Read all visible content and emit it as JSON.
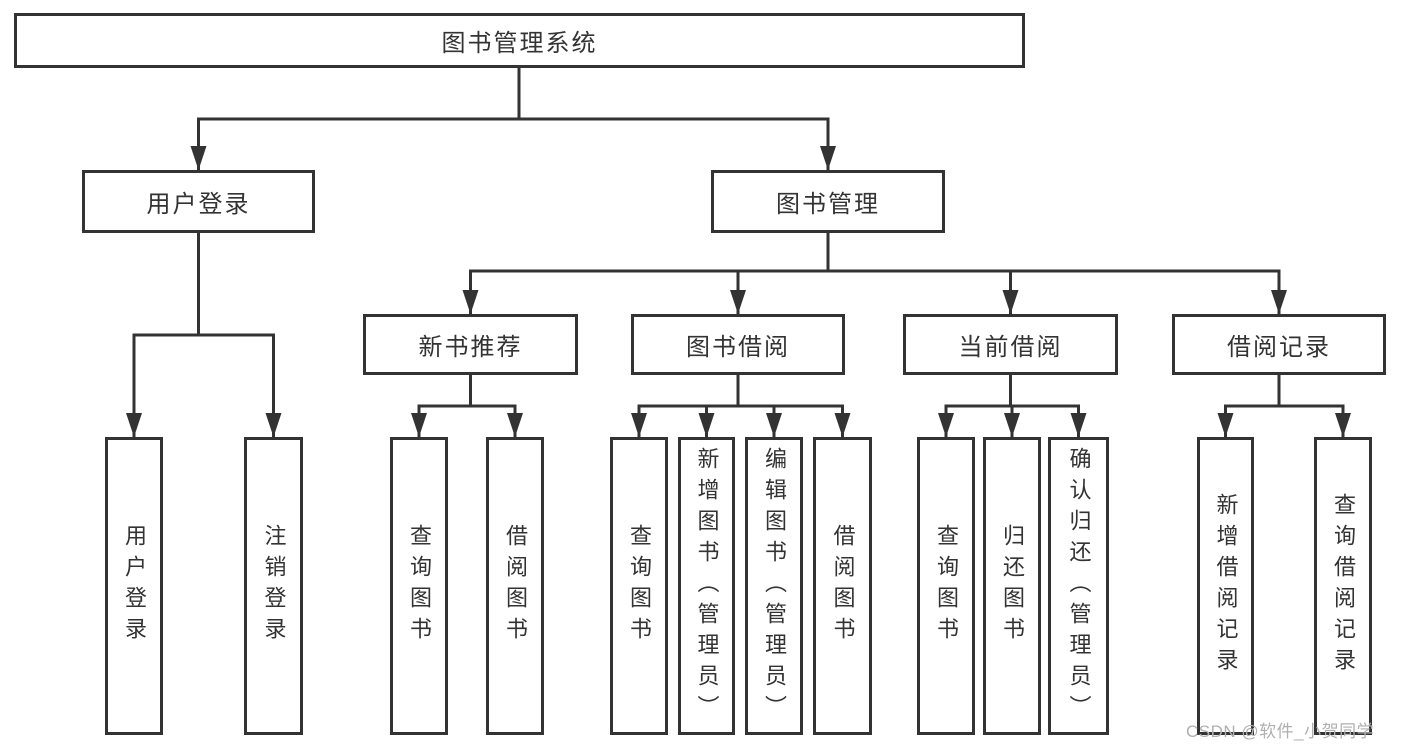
{
  "diagram": {
    "root": {
      "label": "图书管理系统"
    },
    "level2": [
      {
        "label": "用户登录"
      },
      {
        "label": "图书管理"
      }
    ],
    "level3": [
      {
        "label": "新书推荐"
      },
      {
        "label": "图书借阅"
      },
      {
        "label": "当前借阅"
      },
      {
        "label": "借阅记录"
      }
    ],
    "leaves": {
      "user_login": [
        {
          "label": "用户登录"
        },
        {
          "label": "注销登录"
        }
      ],
      "new_book": [
        {
          "label": "查询图书"
        },
        {
          "label": "借阅图书"
        }
      ],
      "book_borrow": [
        {
          "label": "查询图书"
        },
        {
          "label": "新增图书（管理员）"
        },
        {
          "label": "编辑图书（管理员）"
        },
        {
          "label": "借阅图书"
        }
      ],
      "current_borrow": [
        {
          "label": "查询图书"
        },
        {
          "label": "归还图书"
        },
        {
          "label": "确认归还（管理员）"
        }
      ],
      "borrow_record": [
        {
          "label": "新增借阅记录"
        },
        {
          "label": "查询借阅记录"
        }
      ]
    }
  },
  "watermark": {
    "text": "CSDN @软件_小贺同学"
  },
  "colors": {
    "line": "#333333",
    "text": "#333333",
    "watermark": "#b0b0b0",
    "background": "#ffffff"
  }
}
